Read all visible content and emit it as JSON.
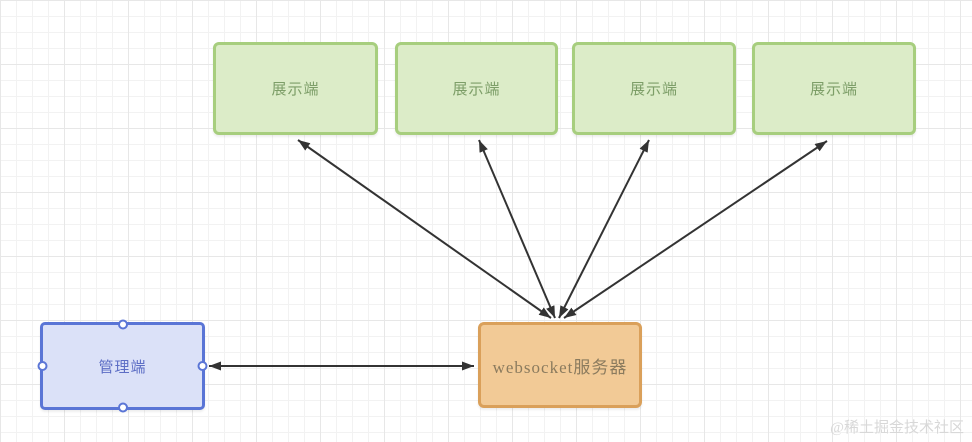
{
  "diagram": {
    "nodes": {
      "display_1": {
        "label": "展示端",
        "selected": false
      },
      "display_2": {
        "label": "展示端",
        "selected": false
      },
      "display_3": {
        "label": "展示端",
        "selected": false
      },
      "display_4": {
        "label": "展示端",
        "selected": false
      },
      "manager": {
        "label": "管理端",
        "selected": true
      },
      "server": {
        "label": "websocket服务器",
        "selected": false
      }
    },
    "edges": [
      {
        "from": "display_1",
        "to": "server",
        "bidirectional": true
      },
      {
        "from": "display_2",
        "to": "server",
        "bidirectional": true
      },
      {
        "from": "display_3",
        "to": "server",
        "bidirectional": true
      },
      {
        "from": "display_4",
        "to": "server",
        "bidirectional": true
      },
      {
        "from": "manager",
        "to": "server",
        "bidirectional": true
      }
    ],
    "colors": {
      "canvas_bg": "#ffffff",
      "grid_minor": "#f2f2f2",
      "grid_major": "#e7e7e7",
      "green_fill": "#dcecc8",
      "green_border": "#a7ce7e",
      "green_text": "#7d9e68",
      "blue_fill": "#dbe1f8",
      "blue_border": "#5a75d6",
      "blue_text": "#5d6ec5",
      "orange_fill": "#f2ca96",
      "orange_border": "#daa05a",
      "orange_text": "#8b7b5e",
      "edge": "#333333",
      "watermark_text_color": "#d8d8d8"
    }
  },
  "watermark": {
    "text": "@稀土掘金技术社区"
  }
}
